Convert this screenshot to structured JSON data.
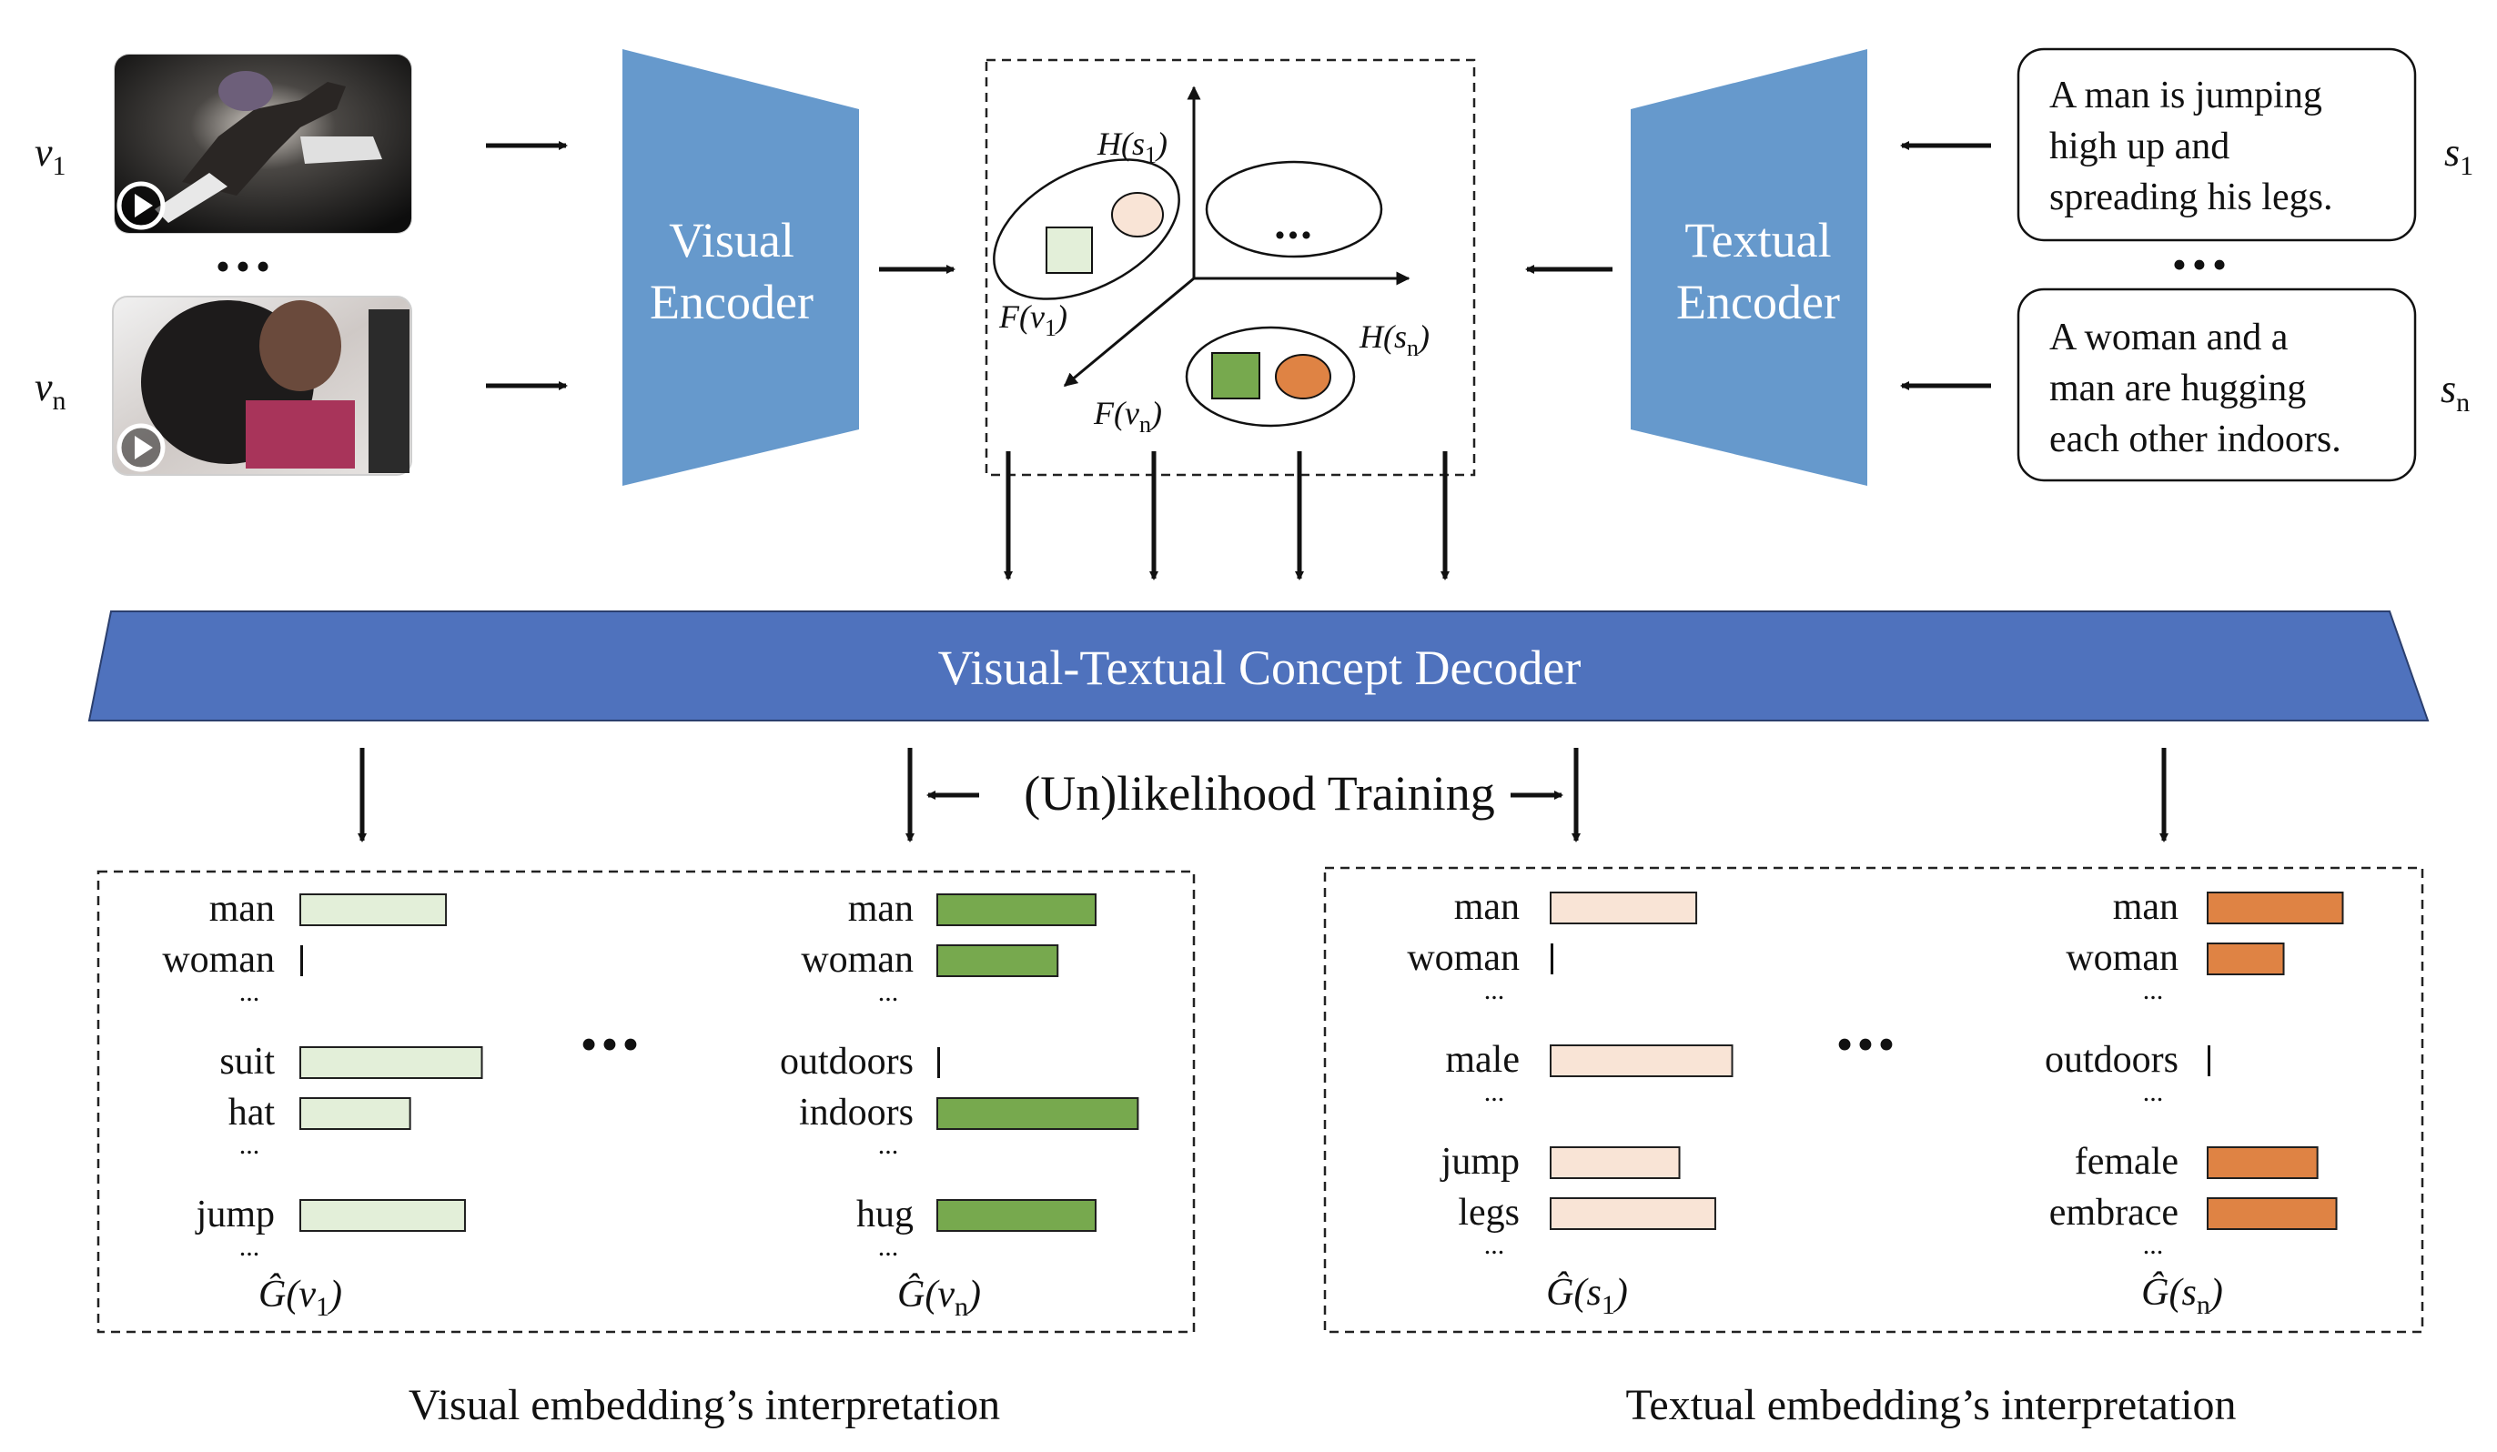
{
  "colors": {
    "encoder": "#6699cc",
    "decoder": "#4f72bd",
    "green_light": "#e3efd9",
    "green_dark": "#77a94e",
    "orange_light": "#f9e4d6",
    "orange_dark": "#df8344",
    "bar_stroke": "#1f1f1f"
  },
  "inputs": {
    "videos": [
      {
        "label": "v",
        "sub": "1",
        "icon": "play-icon"
      },
      {
        "label": "v",
        "sub": "n",
        "icon": "play-icon"
      }
    ],
    "sentences": [
      {
        "label": "s",
        "sub": "1",
        "lines": [
          "A man is jumping",
          "high up and",
          "spreading his legs."
        ]
      },
      {
        "label": "s",
        "sub": "n",
        "lines": [
          "A woman and a",
          "man are hugging",
          "each other indoors."
        ]
      }
    ],
    "ellipsis": "•••"
  },
  "encoders": {
    "visual": [
      "Visual",
      "Encoder"
    ],
    "textual": [
      "Textual",
      "Encoder"
    ]
  },
  "embedding_space": {
    "labels": {
      "h1": {
        "main": "H(s",
        "sub": "1",
        "close": ")"
      },
      "f1": {
        "main": "F(v",
        "sub": "1",
        "close": ")"
      },
      "hn": {
        "main": "H(s",
        "sub": "n",
        "close": ")"
      },
      "fn": {
        "main": "F(v",
        "sub": "n",
        "close": ")"
      },
      "other": "..."
    }
  },
  "decoder": {
    "label": "Visual-Textual Concept Decoder",
    "training_label": "(Un)likelihood Training"
  },
  "panels": {
    "visual": {
      "caption": "Visual embedding’s interpretation",
      "middle_ellipsis": "•••",
      "columns": [
        {
          "title": {
            "main": "Ĝ(v",
            "sub": "1",
            "close": ")"
          },
          "fill": "green_light",
          "rows": [
            {
              "word": "man",
              "value": 0.69
            },
            {
              "word": "woman",
              "value": 0.0
            },
            {
              "word": "...",
              "value": null
            },
            {
              "word": "suit",
              "value": 0.86
            },
            {
              "word": "hat",
              "value": 0.52
            },
            {
              "word": "...",
              "value": null
            },
            {
              "word": "jump",
              "value": 0.78
            },
            {
              "word": "...",
              "value": null
            }
          ]
        },
        {
          "title": {
            "main": "Ĝ(v",
            "sub": "n",
            "close": ")"
          },
          "fill": "green_dark",
          "rows": [
            {
              "word": "man",
              "value": 0.75
            },
            {
              "word": "woman",
              "value": 0.57
            },
            {
              "word": "...",
              "value": null
            },
            {
              "word": "outdoors",
              "value": 0.0
            },
            {
              "word": "indoors",
              "value": 0.95
            },
            {
              "word": "...",
              "value": null
            },
            {
              "word": "hug",
              "value": 0.75
            },
            {
              "word": "...",
              "value": null
            }
          ]
        }
      ]
    },
    "textual": {
      "caption": "Textual embedding’s interpretation",
      "middle_ellipsis": "•••",
      "columns": [
        {
          "title": {
            "main": "Ĝ(s",
            "sub": "1",
            "close": ")"
          },
          "fill": "orange_light",
          "rows": [
            {
              "word": "man",
              "value": 0.69
            },
            {
              "word": "woman",
              "value": 0.0
            },
            {
              "word": "...",
              "value": null
            },
            {
              "word": "male",
              "value": 0.86
            },
            {
              "word": "...",
              "value": null
            },
            {
              "word": "jump",
              "value": 0.61
            },
            {
              "word": "legs",
              "value": 0.78
            },
            {
              "word": "...",
              "value": null
            }
          ]
        },
        {
          "title": {
            "main": "Ĝ(s",
            "sub": "n",
            "close": ")"
          },
          "fill": "orange_dark",
          "rows": [
            {
              "word": "man",
              "value": 0.64
            },
            {
              "word": "woman",
              "value": 0.36
            },
            {
              "word": "...",
              "value": null
            },
            {
              "word": "outdoors",
              "value": 0.0
            },
            {
              "word": "...",
              "value": null
            },
            {
              "word": "female",
              "value": 0.52
            },
            {
              "word": "embrace",
              "value": 0.61
            },
            {
              "word": "...",
              "value": null
            }
          ]
        }
      ]
    }
  }
}
